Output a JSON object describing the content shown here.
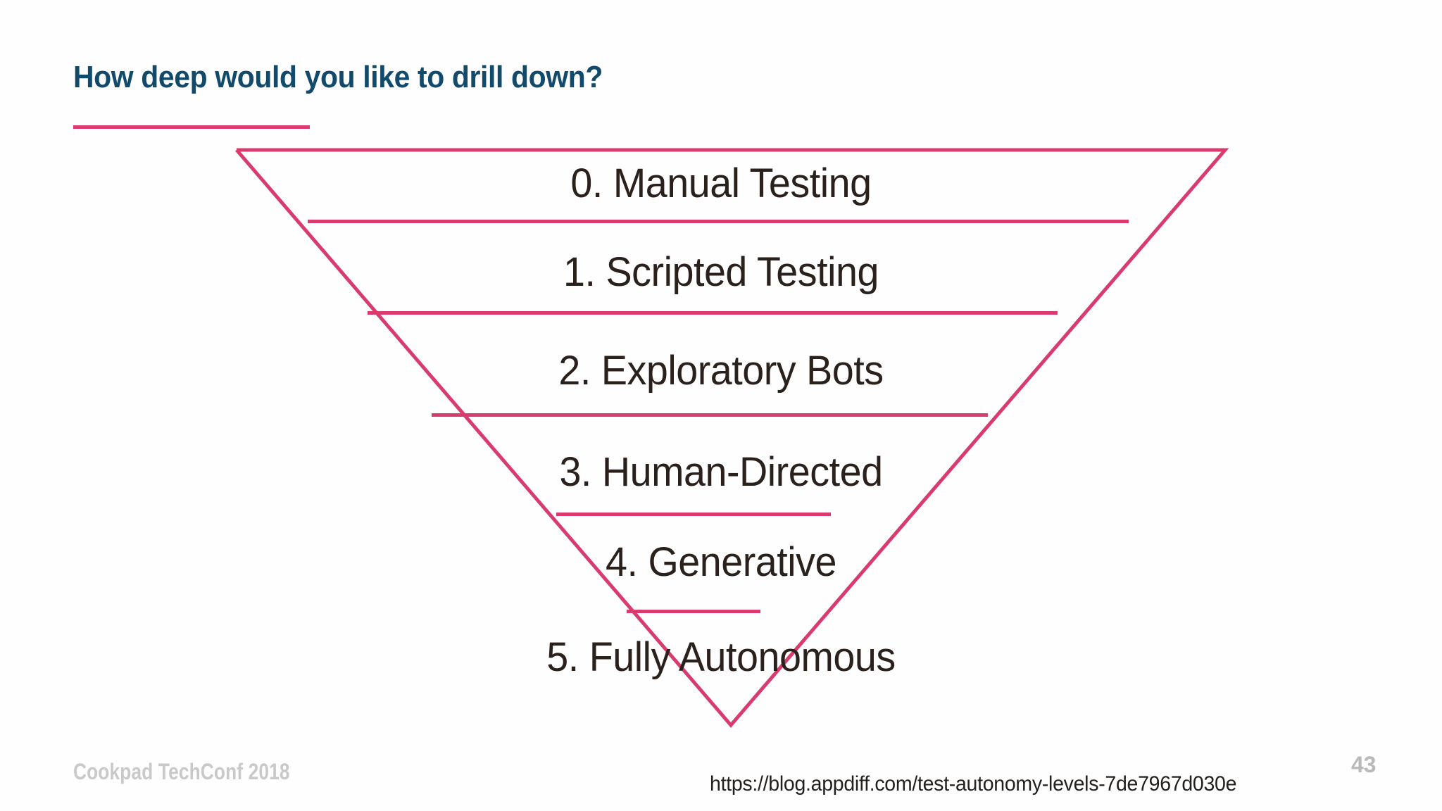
{
  "slide": {
    "title": "How deep would you like to drill down?",
    "title_color": "#114a6b",
    "accent_color": "#d93b6e",
    "background_color": "#fefefe",
    "body_text_color": "#2a201c"
  },
  "funnel": {
    "shape": "inverted-triangle",
    "outline_color": "#d93b6e",
    "levels": [
      {
        "label": "0. Manual Testing"
      },
      {
        "label": "1. Scripted Testing"
      },
      {
        "label": "2. Exploratory Bots"
      },
      {
        "label": "3. Human-Directed"
      },
      {
        "label": "4. Generative"
      },
      {
        "label": "5. Fully Autonomous"
      }
    ]
  },
  "footer": {
    "brand": "Cookpad TechConf 2018",
    "url": "https://blog.appdiff.com/test-autonomy-levels-7de7967d030e",
    "page_number": "43",
    "brand_color": "#c9c9c9",
    "page_number_color": "#b9b9b9"
  }
}
